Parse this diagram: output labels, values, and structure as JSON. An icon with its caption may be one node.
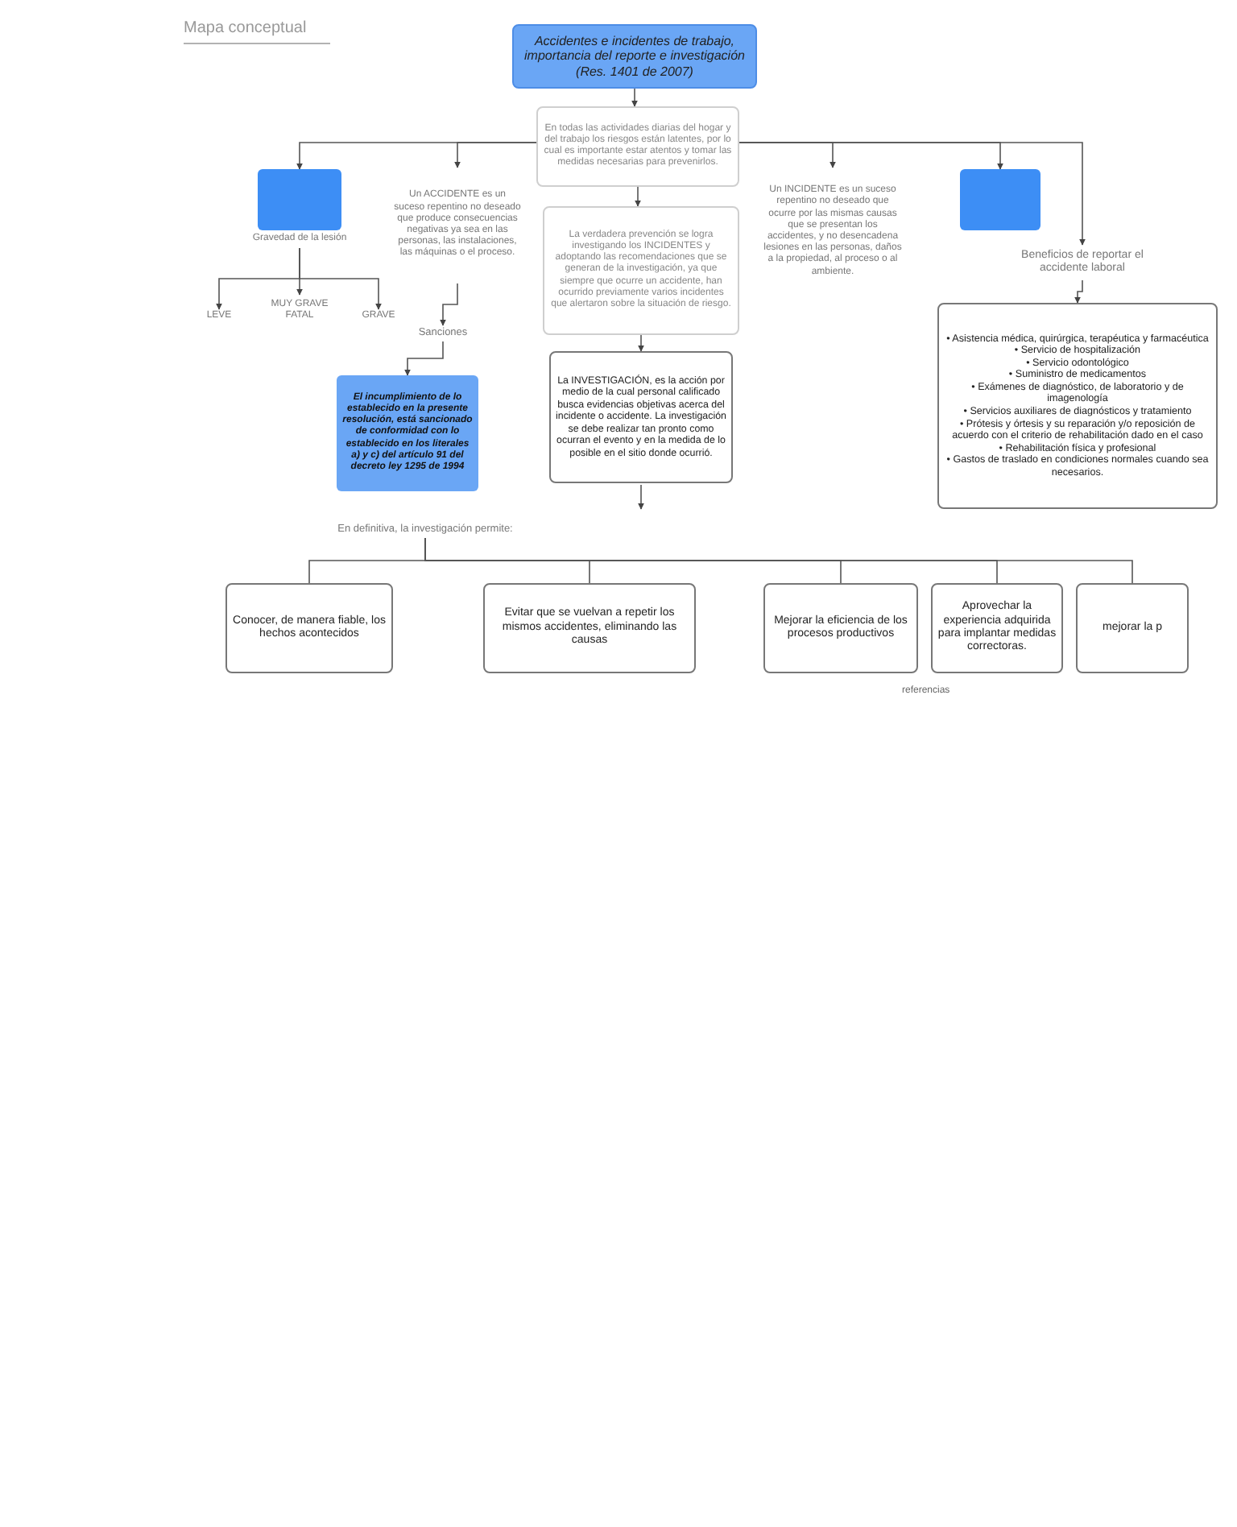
{
  "diagram": {
    "nodes": [
      {
        "text": [
          "Accidentes e incidentes de trabajo, importancia del reporte e investigación (Res. 1401 de 2007)"
        ]
      },
      {
        "text": [
          "En todas las actividades diarias del hogar y del trabajo los riesgos están latentes, por lo cual es importante estar atentos y tomar las medidas necesarias para prevenirlos."
        ]
      },
      {
        "text": [],
        "shape": "box"
      },
      {
        "text": [
          "Gravedad de la lesión"
        ]
      },
      {
        "text": [
          "LEVE"
        ]
      },
      {
        "text": [
          "MUY GRAVE FATAL"
        ]
      },
      {
        "text": [
          "GRAVE"
        ]
      },
      {
        "text": [
          "Un ACCIDENTE es un suceso repentino no deseado que produce consecuencias negativas ya sea en las personas, las instalaciones, las máquinas o el proceso."
        ]
      },
      {
        "text": [
          "Sanciones"
        ]
      },
      {
        "text": [
          "El incumplimiento de lo establecido en la presente resolución, está sancionado de conformidad con lo establecido en los literales a) y c) del artículo 91 del decreto ley 1295 de 1994"
        ]
      },
      {
        "text": [
          "La verdadera prevención se logra investigando los INCIDENTES y adoptando las recomendaciones que se generan de la investigación, ya que siempre que ocurre un accidente, han ocurrido previamente varios incidentes que alertaron sobre la situación de riesgo."
        ]
      },
      {
        "text": [
          "La INVESTIGACIÓN, es la acción por medio de la cual personal calificado busca evidencias objetivas acerca del incidente o accidente. La investigación se debe realizar tan pronto como ocurran el evento y en la medida de lo posible en el sitio donde ocurrió."
        ]
      },
      {
        "text": [
          "Un INCIDENTE es un suceso repentino no deseado que ocurre por las mismas causas que se presentan los accidentes, y no desencadena lesiones en las personas, daños a la propiedad, al proceso o al ambiente."
        ]
      },
      {
        "text": [],
        "shape": "box"
      },
      {
        "text": [
          "Beneficios de reportar el accidente laboral"
        ]
      },
      {
        "text": [
          "• Asistencia médica, quirúrgica, terapéutica y farmacéutica",
          "• Servicio de hospitalización",
          "• Servicio odontológico",
          "• Suministro de medicamentos",
          "• Exámenes de diagnóstico, de laboratorio y de imagenología",
          "• Servicios auxiliares de diagnósticos y tratamiento",
          "• Prótesis y órtesis y su reparación y/o reposición de acuerdo con el criterio de rehabilitación dado en el caso",
          "• Rehabilitación física y profesional",
          "• Gastos de traslado en condiciones normales cuando sea necesarios."
        ]
      },
      {
        "text": [
          "En definitiva, la investigación permite:"
        ]
      },
      {
        "text": [
          "Conocer, de manera fiable, los hechos acontecidos"
        ]
      },
      {
        "text": [
          "Evitar que se vuelvan a repetir los mismos accidentes, eliminando las causas"
        ]
      },
      {
        "text": [
          "Mejorar la eficiencia de los procesos productivos"
        ]
      },
      {
        "text": [
          "Aprovechar la experiencia adquirida para implantar medidas correctoras."
        ]
      },
      {
        "text": [
          "mejorar la p"
        ]
      }
    ],
    "edges": [
      {
        "from": 0,
        "to": 1,
        "arrow": "to"
      },
      {
        "from": 1,
        "to": 2,
        "arrow": "to"
      },
      {
        "from": 1,
        "to": 7,
        "arrow": "to"
      },
      {
        "from": 1,
        "to": 12,
        "arrow": "to"
      },
      {
        "from": 1,
        "to": 13,
        "arrow": "to"
      },
      {
        "from": 1,
        "to": 14,
        "arrow": "to"
      },
      {
        "from": 3,
        "to": 4,
        "arrow": "to"
      },
      {
        "from": 3,
        "to": 5,
        "arrow": "to"
      },
      {
        "from": 3,
        "to": 6,
        "arrow": "to"
      },
      {
        "from": 7,
        "to": 8,
        "arrow": "to"
      },
      {
        "from": 8,
        "to": 9,
        "arrow": "to"
      },
      {
        "from": 1,
        "to": 10,
        "arrow": "to"
      },
      {
        "from": 10,
        "to": 11,
        "arrow": "to"
      },
      {
        "from": 11,
        "to": null,
        "arrow": "to"
      },
      {
        "from": 14,
        "to": 15,
        "arrow": "to"
      },
      {
        "from": 16,
        "to": 17,
        "arrow": "none"
      },
      {
        "from": 16,
        "to": 18,
        "arrow": "none"
      },
      {
        "from": 16,
        "to": 19,
        "arrow": "none"
      },
      {
        "from": 16,
        "to": 20,
        "arrow": "none"
      },
      {
        "from": 16,
        "to": 21,
        "arrow": "none"
      }
    ],
    "labels": [
      "Mapa conceptual",
      "referencias"
    ]
  }
}
